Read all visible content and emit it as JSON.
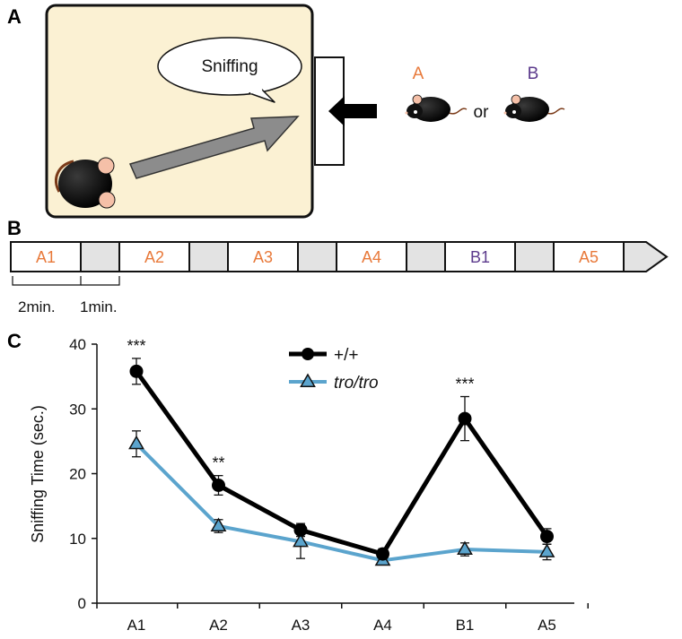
{
  "panels": {
    "a": "A",
    "b": "B",
    "c": "C"
  },
  "schematic": {
    "bubble_text": "Sniffing",
    "stim_a": "A",
    "stim_b": "B",
    "or_text": "or",
    "colors": {
      "arena": "#fbf1d3",
      "a": "#e8793a",
      "b": "#5b3a8c",
      "arrow": "#8c8c8c"
    }
  },
  "timeline": {
    "segments": [
      {
        "label": "A1",
        "kind": "trial",
        "color": "#e8793a"
      },
      {
        "label": "",
        "kind": "interval"
      },
      {
        "label": "A2",
        "kind": "trial",
        "color": "#e8793a"
      },
      {
        "label": "",
        "kind": "interval"
      },
      {
        "label": "A3",
        "kind": "trial",
        "color": "#e8793a"
      },
      {
        "label": "",
        "kind": "interval"
      },
      {
        "label": "A4",
        "kind": "trial",
        "color": "#e8793a"
      },
      {
        "label": "",
        "kind": "interval"
      },
      {
        "label": "B1",
        "kind": "trial",
        "color": "#5b3a8c"
      },
      {
        "label": "",
        "kind": "interval"
      },
      {
        "label": "A5",
        "kind": "trial",
        "color": "#e8793a"
      }
    ],
    "scale_trial": "2min.",
    "scale_interval": "1min."
  },
  "chart_data": {
    "type": "line",
    "title": "",
    "xlabel": "",
    "ylabel": "Sniffing Time (sec.)",
    "categories": [
      "A1",
      "A2",
      "A3",
      "A4",
      "B1",
      "A5"
    ],
    "ylim": [
      0,
      40
    ],
    "yticks": [
      0,
      10,
      20,
      30,
      40
    ],
    "legend_position": "top-center",
    "series": [
      {
        "name": "+/+",
        "italic": false,
        "color": "#000000",
        "marker": "circle",
        "values": [
          35.8,
          18.2,
          11.3,
          7.6,
          28.5,
          10.3
        ],
        "errors": [
          2.0,
          1.5,
          1.0,
          0.8,
          3.4,
          1.2
        ]
      },
      {
        "name": "tro/tro",
        "italic": true,
        "color": "#5ba4cd",
        "marker": "triangle",
        "values": [
          24.6,
          11.9,
          9.5,
          6.6,
          8.3,
          7.9
        ],
        "errors": [
          2.0,
          1.0,
          2.6,
          0.6,
          1.0,
          1.2
        ]
      }
    ],
    "significance": [
      "***",
      "**",
      "",
      "",
      "***",
      ""
    ]
  }
}
